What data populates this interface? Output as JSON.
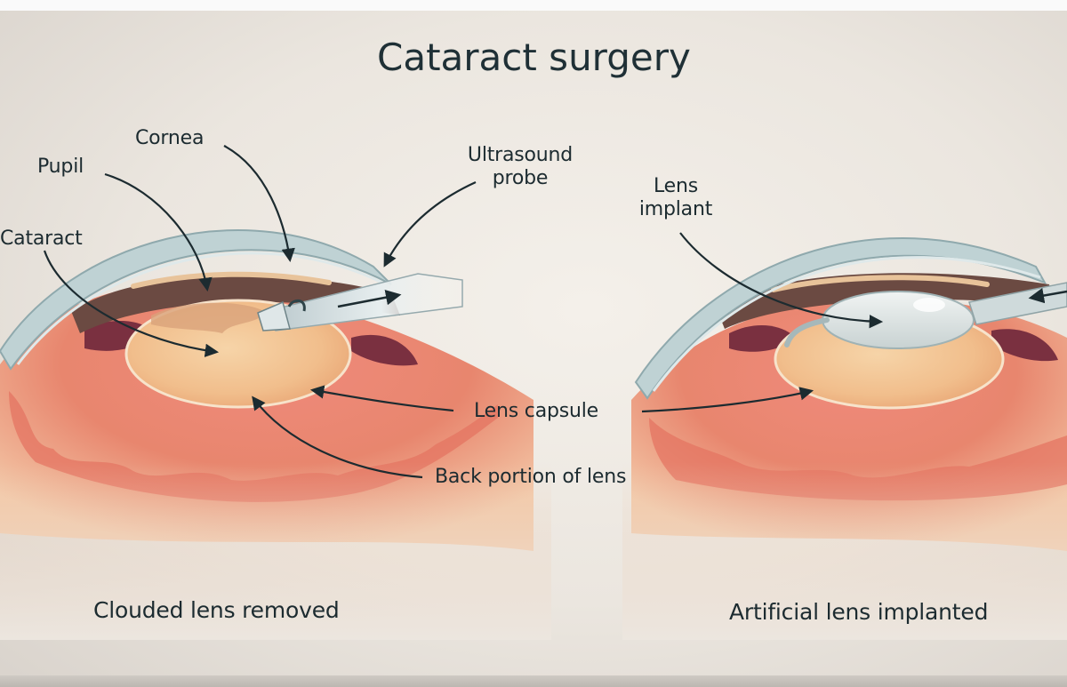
{
  "diagram": {
    "title": "Cataract surgery",
    "labels": {
      "cornea": "Cornea",
      "pupil": "Pupil",
      "cataract": "Cataract",
      "ultrasound_probe_line1": "Ultrasound",
      "ultrasound_probe_line2": "probe",
      "lens_implant_line1": "Lens",
      "lens_implant_line2": "implant",
      "lens_capsule": "Lens capsule",
      "back_portion_of_lens": "Back portion of lens"
    },
    "captions": {
      "left": "Clouded lens removed",
      "right": "Artificial lens implanted"
    }
  },
  "colors": {
    "text": "#1c2b30",
    "cornea": "#b9cdd0",
    "iris_dark": "#6b3a3a",
    "eye_red": "#e06a62",
    "lens": "#f2c08e",
    "implant": "#dfe6e6"
  }
}
